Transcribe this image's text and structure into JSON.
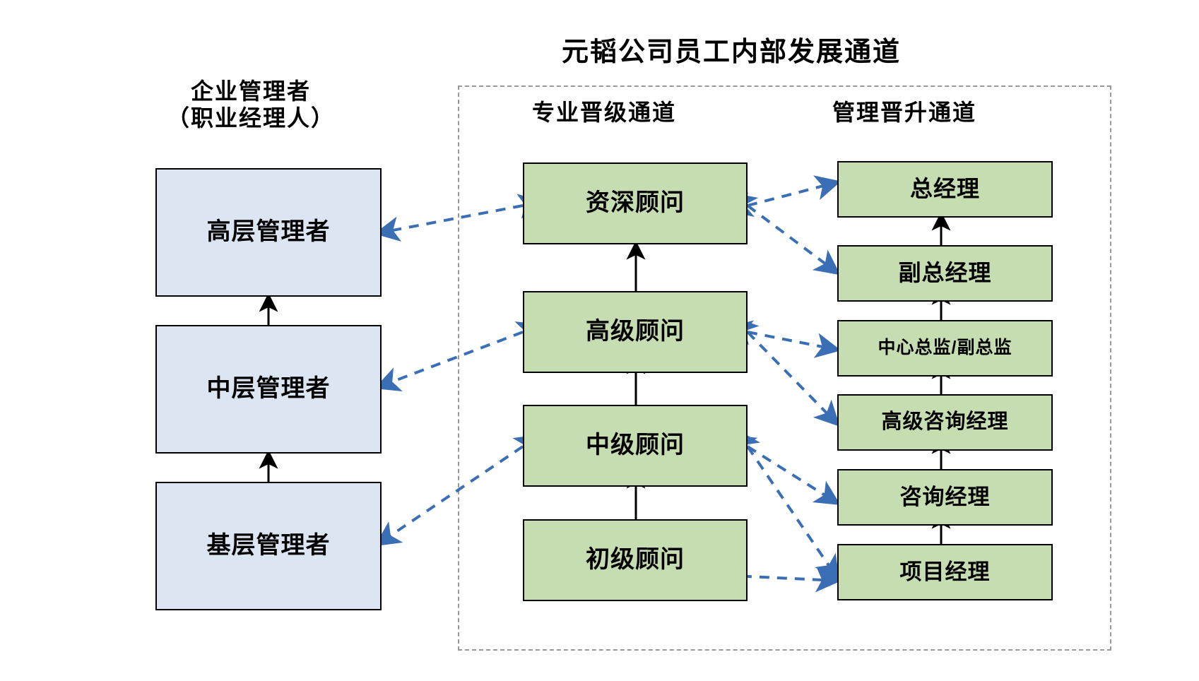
{
  "title": "元韬公司员工内部发展通道",
  "columns": {
    "enterprise_manager": {
      "heading_line1": "企业管理者",
      "heading_line2": "（职业经理人）"
    },
    "professional_track": {
      "heading": "专业晋级通道"
    },
    "management_track": {
      "heading": "管理晋升通道"
    }
  },
  "enterprise_nodes": [
    {
      "label": "高层管理者"
    },
    {
      "label": "中层管理者"
    },
    {
      "label": "基层管理者"
    }
  ],
  "professional_nodes": [
    {
      "label": "资深顾问"
    },
    {
      "label": "高级顾问"
    },
    {
      "label": "中级顾问"
    },
    {
      "label": "初级顾问"
    }
  ],
  "management_nodes": [
    {
      "label": "总经理"
    },
    {
      "label": "副总经理"
    },
    {
      "label": "中心总监/副总监"
    },
    {
      "label": "高级咨询经理"
    },
    {
      "label": "咨询经理"
    },
    {
      "label": "项目经理"
    }
  ],
  "colors": {
    "blue_fill": "#dce6f2",
    "green_fill": "#c6ddb2",
    "node_border": "#000000",
    "frame_border": "#999999",
    "cross_arrow": "#3a6fb5",
    "vertical_arrow": "#000000",
    "background": "#ffffff"
  }
}
